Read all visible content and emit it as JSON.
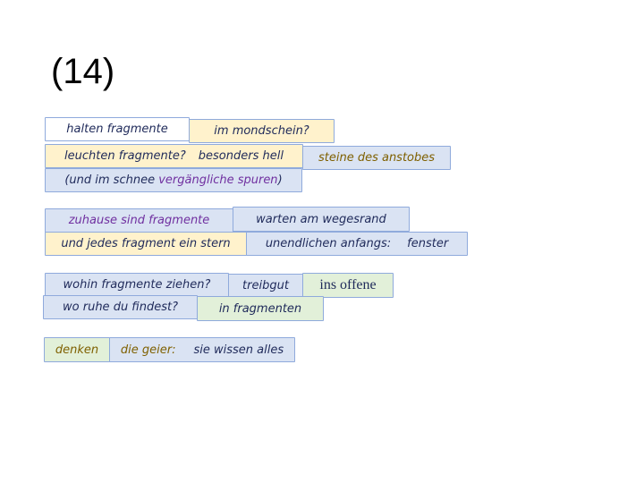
{
  "title": "(14)",
  "boxes": {
    "b1": "halten fragmente",
    "b2": "im mondschein?",
    "b3a": "leuchten fragmente?",
    "b3b": "besonders hell",
    "b4": "steine des anstobes",
    "b5a": "(und im schnee ",
    "b5b": "vergängliche spuren",
    "b5c": ")",
    "b6": "zuhause sind fragmente",
    "b7": "warten am wegesrand",
    "b8": "und jedes fragment ein stern",
    "b9a": "unendlichen anfangs:",
    "b9b": "fenster",
    "b10": "wohin fragmente ziehen?",
    "b11": "treibgut",
    "b12": "ins offene",
    "b13": "wo ruhe du findest?",
    "b14": "in fragmenten",
    "b15": "denken",
    "b16a": "die geier:",
    "b16b": "sie wissen alles"
  },
  "colors": {
    "blue": "#dae3f3",
    "yellow": "#fff2cc",
    "green": "#e2f0d9",
    "border": "#8faadc",
    "navy": "#1f2a5a",
    "olive": "#7f6000",
    "purple": "#7030a0"
  }
}
